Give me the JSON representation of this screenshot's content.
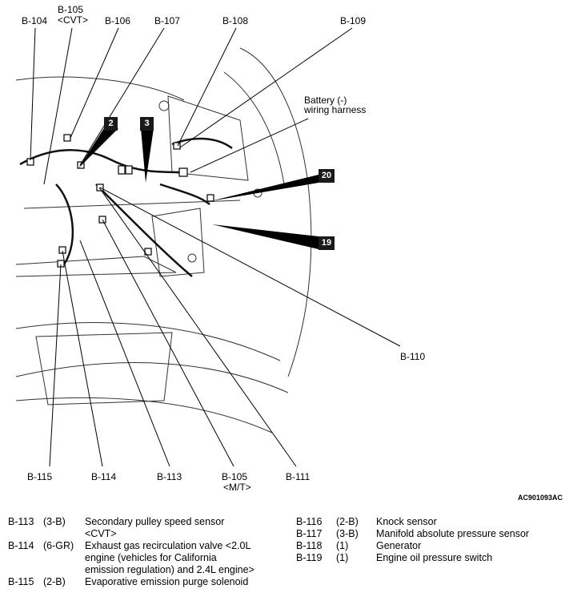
{
  "callouts": {
    "b104": "B-104",
    "b105_cvt_code": "B-105",
    "b105_cvt_note": "<CVT>",
    "b106": "B-106",
    "b107": "B-107",
    "b108": "B-108",
    "b109": "B-109",
    "battery_line1": "Battery (-)",
    "battery_line2": "wiring harness",
    "b110": "B-110",
    "b115": "B-115",
    "b114": "B-114",
    "b113": "B-113",
    "b105_mt_code": "B-105",
    "b105_mt_note": "<M/T>",
    "b111": "B-111"
  },
  "badges": {
    "two": "2",
    "three": "3",
    "twenty": "20",
    "nineteen": "19"
  },
  "figure_id": "AC901093AC",
  "legend_left": [
    {
      "code": "B-113",
      "conn": "(3-B)",
      "desc": "Secondary pulley speed sensor\n<CVT>"
    },
    {
      "code": "B-114",
      "conn": "(6-GR)",
      "desc": "Exhaust gas recirculation valve <2.0L\nengine (vehicles for California\nemission regulation) and 2.4L engine>"
    },
    {
      "code": "B-115",
      "conn": "(2-B)",
      "desc": "Evaporative emission purge solenoid"
    }
  ],
  "legend_right": [
    {
      "code": "B-116",
      "conn": "(2-B)",
      "desc": "Knock sensor"
    },
    {
      "code": "B-117",
      "conn": "(3-B)",
      "desc": "Manifold absolute pressure sensor"
    },
    {
      "code": "B-118",
      "conn": "(1)",
      "desc": "Generator"
    },
    {
      "code": "B-119",
      "conn": "(1)",
      "desc": "Engine oil pressure switch"
    }
  ]
}
